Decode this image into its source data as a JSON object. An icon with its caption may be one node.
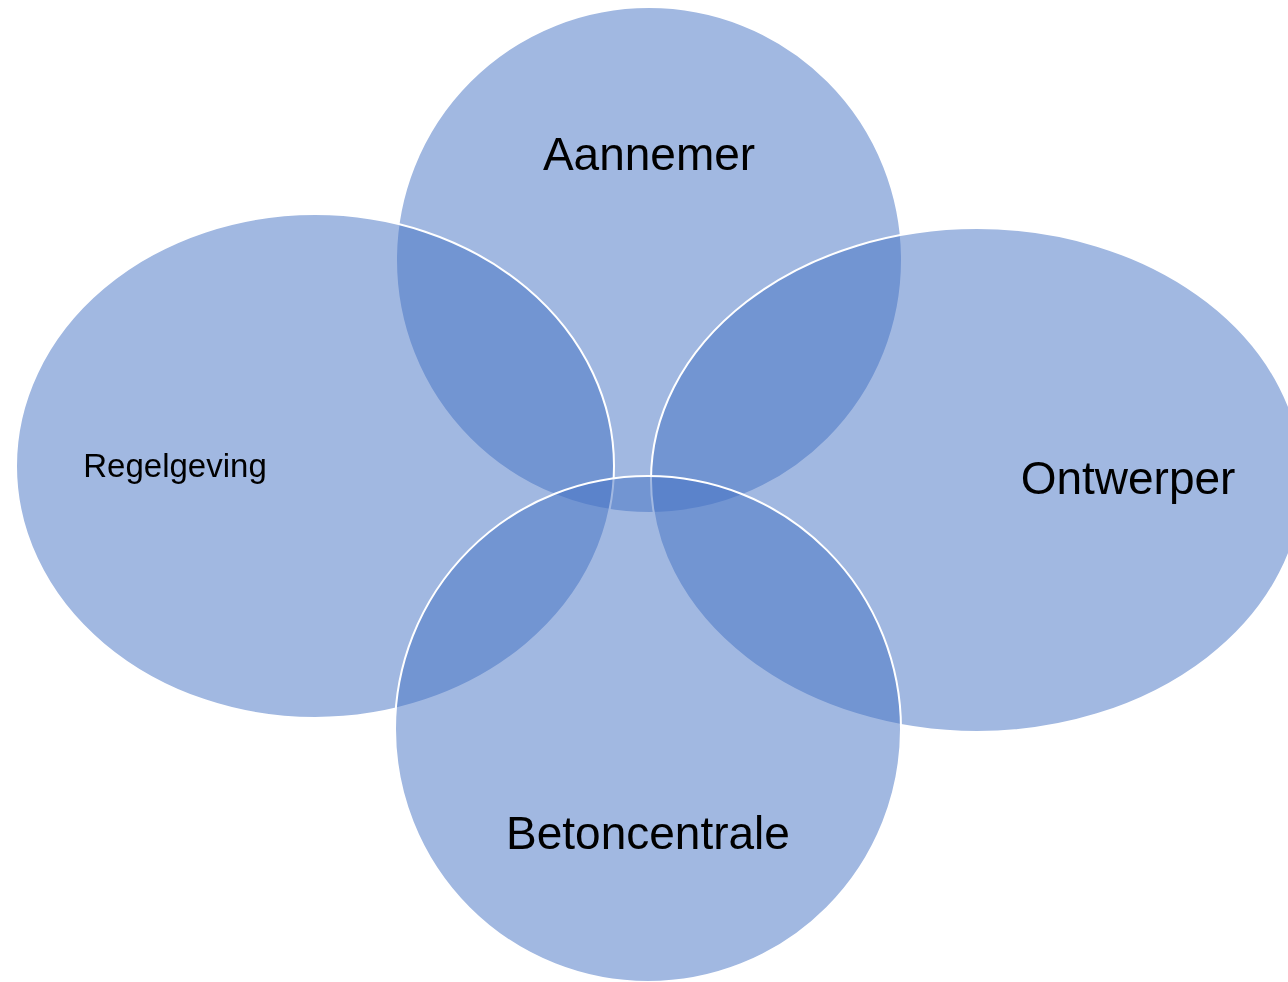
{
  "diagram": {
    "nodes": [
      {
        "text": [
          "Aannemer"
        ]
      },
      {
        "text": [
          "Regelgeving"
        ]
      },
      {
        "text": [
          "Ontwerper"
        ]
      },
      {
        "text": [
          "Betoncentrale"
        ]
      }
    ]
  }
}
